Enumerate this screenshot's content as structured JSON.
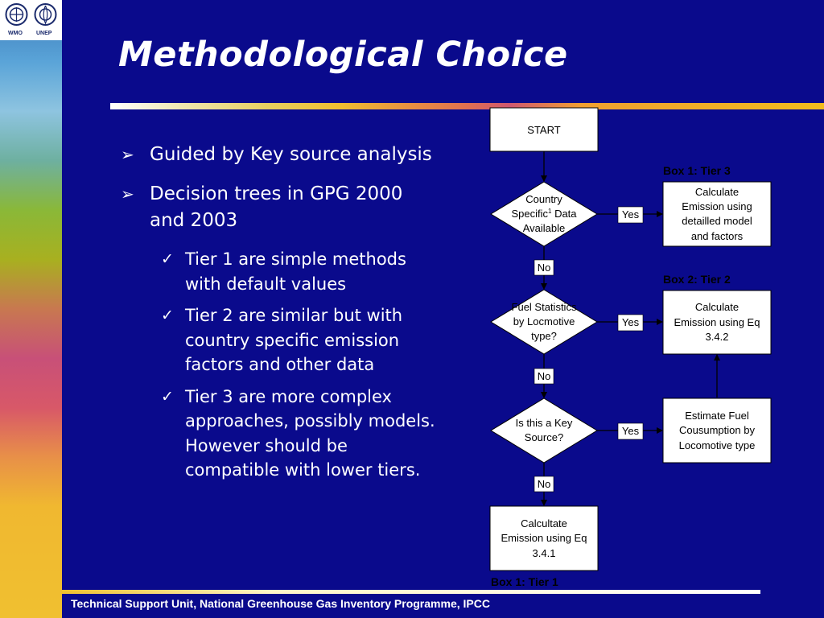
{
  "logos": {
    "left": "WMO",
    "right": "UNEP"
  },
  "title": "Methodological Choice",
  "bullets": [
    {
      "text": "Guided by Key source analysis"
    },
    {
      "text": "Decision trees in GPG 2000 and 2003"
    }
  ],
  "sub_bullets": [
    {
      "text": "Tier 1 are simple methods with default values"
    },
    {
      "text": "Tier 2 are similar but with country specific emission factors and other data"
    },
    {
      "text": "Tier 3 are more complex approaches, possibly models. However should be compatible with lower tiers."
    }
  ],
  "flowchart": {
    "start": "START",
    "decisions": [
      {
        "line1": "Country",
        "line2_pre": "Specific",
        "line2_sup": "1",
        "line2_post": " Data",
        "line3": "Available"
      },
      {
        "line1": "Fuel Statistics",
        "line2": "by Locmotive",
        "line3": "type?"
      },
      {
        "line1": "Is this a Key",
        "line2": "Source?"
      }
    ],
    "yes_label": "Yes",
    "no_label": "No",
    "boxes": [
      {
        "label": "Box 1: Tier 3",
        "lines": [
          "Calculate",
          "Emission using",
          "detailled model",
          "and factors"
        ]
      },
      {
        "label": "Box 2: Tier 2",
        "lines": [
          "Calculate",
          "Emission using Eq",
          "3.4.2"
        ]
      },
      {
        "lines": [
          "Estimate Fuel",
          "Cousumption by",
          "Locomotive type"
        ]
      },
      {
        "label": "Box 1: Tier 1",
        "lines": [
          "Calcultate",
          "Emission using Eq",
          "3.4.1"
        ]
      }
    ]
  },
  "footer": "Technical Support Unit, National Greenhouse Gas Inventory Programme, IPCC"
}
